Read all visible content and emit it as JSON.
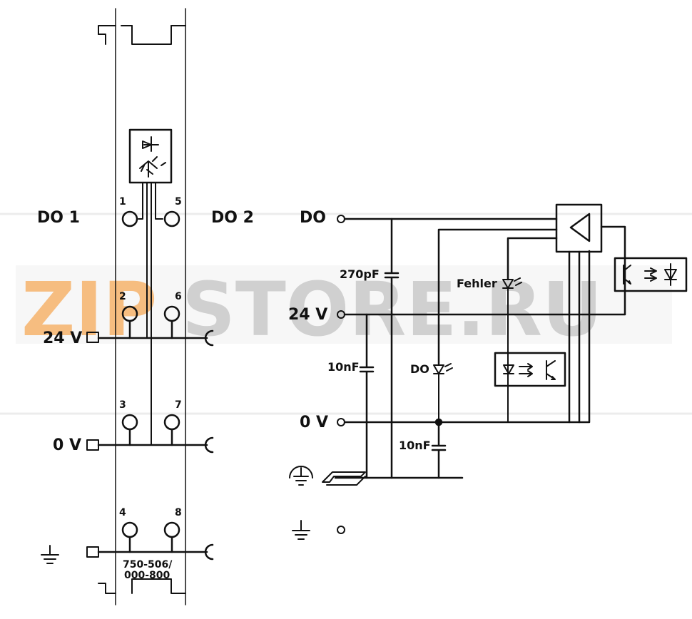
{
  "watermark": {
    "text_a": "ZIP",
    "text_b": "STORE.RU"
  },
  "module": {
    "channel_left": "DO 1",
    "channel_right": "DO 2",
    "pins": [
      "1",
      "2",
      "3",
      "4",
      "5",
      "6",
      "7",
      "8"
    ],
    "rail_24v": "24 V",
    "rail_0v": "0 V",
    "part_number_line1": "750-506/",
    "part_number_line2": "000-800"
  },
  "schematic": {
    "do_label": "DO",
    "v24_label": "24 V",
    "v0_label": "0 V",
    "cap_270": "270pF",
    "cap_10n_a": "10nF",
    "cap_10n_b": "10nF",
    "fehler_led": "Fehler",
    "do_led": "DO"
  },
  "colors": {
    "line": "#111111",
    "watermark_orange": "#f5b26b",
    "watermark_gray": "#c8c8c8"
  }
}
